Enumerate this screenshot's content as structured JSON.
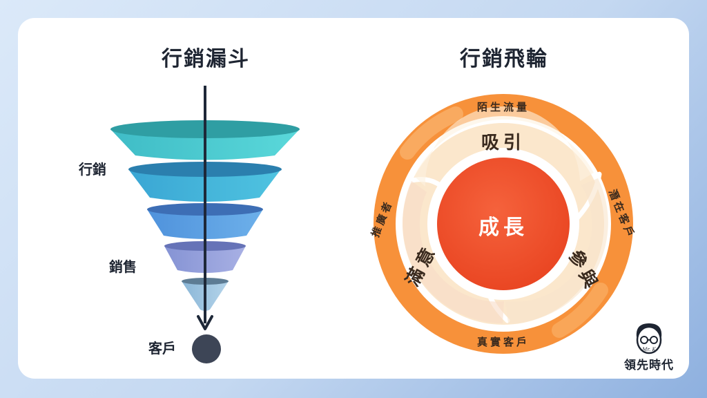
{
  "funnel": {
    "title": "行銷漏斗",
    "stage_marketing": "行銷",
    "stage_sales": "銷售",
    "stage_customer": "客戶"
  },
  "flywheel": {
    "title": "行銷飛輪",
    "center": "成長",
    "inner_attract": "吸引",
    "inner_engage": "參與",
    "inner_satisfy": "滿意",
    "outer_top": "陌生流量",
    "outer_right": "潛在客戶",
    "outer_bottom": "真實客戶",
    "outer_left": "推廣者"
  },
  "brand": {
    "name": "領先時代",
    "mark": "Mr. K"
  },
  "colors": {
    "funnel_teal": "#45c9d0",
    "funnel_blue": "#5aa5e0",
    "funnel_violet": "#8f9ed9",
    "flywheel_orange": "#f7913a",
    "flywheel_center": "#f0522e",
    "text_dark": "#1e2532"
  }
}
